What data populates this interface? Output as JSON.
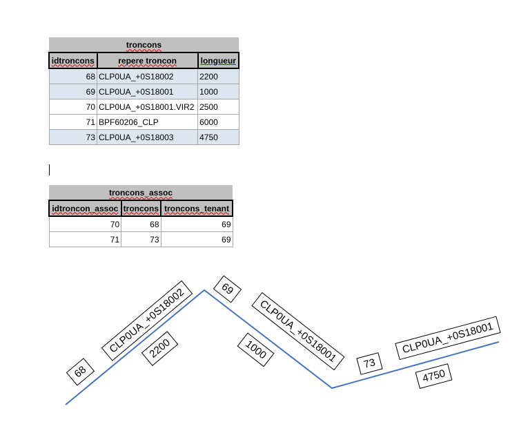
{
  "troncons": {
    "title": "troncons",
    "columns": [
      "idtroncons",
      "repere troncon",
      "longueur"
    ],
    "rows": [
      [
        "68",
        "CLP0UA_+0S18002",
        "2200"
      ],
      [
        "69",
        "CLP0UA_+0S18001",
        "1000"
      ],
      [
        "70",
        "CLP0UA_+0S18001.VIR2",
        "2500"
      ],
      [
        "71",
        "BPF60206_CLP",
        "6000"
      ],
      [
        "73",
        "CLP0UA_+0S18003",
        "4750"
      ]
    ]
  },
  "troncons_assoc": {
    "title": "troncons_assoc",
    "columns": [
      "idtroncon_assoc",
      "troncons",
      "troncons_tenant"
    ],
    "rows": [
      [
        "70",
        "68",
        "69"
      ],
      [
        "71",
        "73",
        "69"
      ]
    ]
  },
  "diagram": {
    "line_color": "#4472c4",
    "segments": [
      {
        "id": "68",
        "repere": "CLP0UA_+0S18002",
        "longueur": "2200"
      },
      {
        "id": "69",
        "repere": "CLP0UA_+0S18001",
        "longueur": "1000"
      },
      {
        "id": "73",
        "repere": "CLP0UA_+0S18001",
        "longueur": "4750"
      }
    ]
  }
}
